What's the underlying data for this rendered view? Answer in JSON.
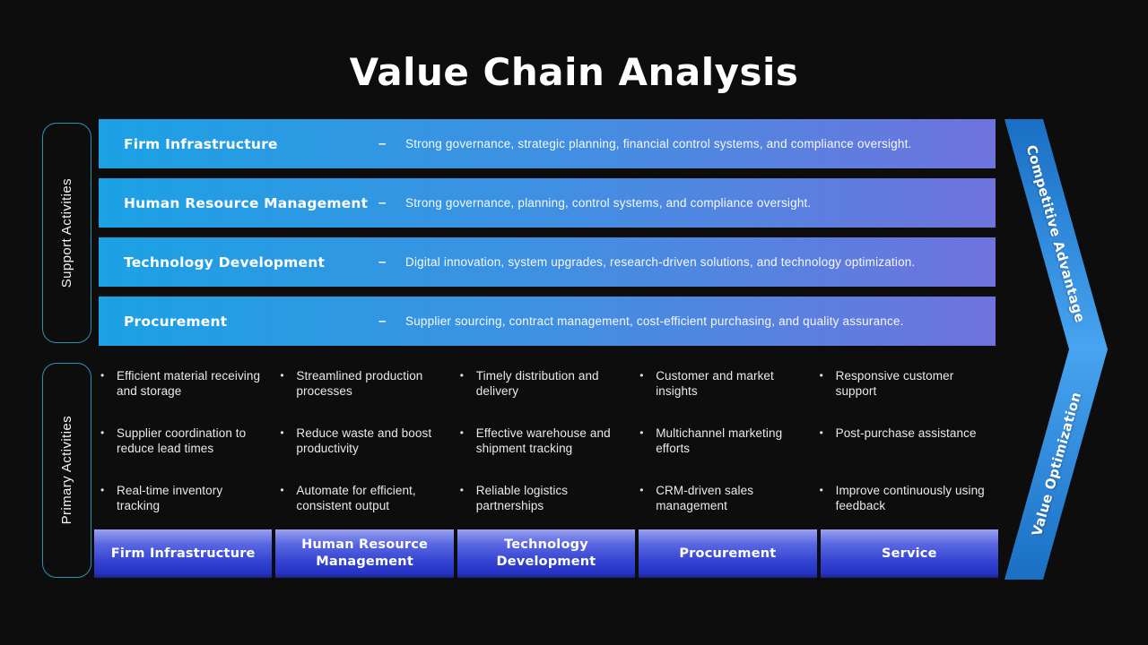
{
  "title": "Value Chain Analysis",
  "bullet_glyph": "•",
  "side_labels": {
    "support": "Support Activities",
    "primary": "Primary Activities"
  },
  "support_rows": [
    {
      "label": "Firm Infrastructure",
      "dash": "–",
      "description": "Strong governance, strategic planning, financial control systems, and compliance oversight."
    },
    {
      "label": "Human Resource Management",
      "dash": "–",
      "description": "Strong governance, planning, control systems, and compliance oversight."
    },
    {
      "label": "Technology Development",
      "dash": "–",
      "description": "Digital innovation, system upgrades, research-driven solutions, and technology optimization."
    },
    {
      "label": "Procurement",
      "dash": "–",
      "description": "Supplier sourcing, contract management, cost-efficient purchasing, and quality assurance."
    }
  ],
  "primary_columns": [
    {
      "footer": "Firm Infrastructure",
      "bullets": [
        "Efficient material receiving and storage",
        "Supplier coordination to reduce lead times",
        "Real-time inventory tracking"
      ]
    },
    {
      "footer": "Human Resource Management",
      "bullets": [
        "Streamlined production processes",
        "Reduce waste and boost productivity",
        "Automate for efficient, consistent output"
      ]
    },
    {
      "footer": "Technology Development",
      "bullets": [
        "Timely distribution and delivery",
        "Effective warehouse and shipment tracking",
        "Reliable logistics partnerships"
      ]
    },
    {
      "footer": "Procurement",
      "bullets": [
        "Customer and market insights",
        "Multichannel marketing efforts",
        "CRM-driven sales management"
      ]
    },
    {
      "footer": "Service",
      "bullets": [
        "Responsive customer support",
        "Post-purchase assistance",
        "Improve continuously using feedback"
      ]
    }
  ],
  "arrow": {
    "top_label": "Competitive Advantage",
    "bottom_label": "Value Optimization"
  },
  "colors": {
    "background": "#0d0d0d",
    "bar_gradient_left": "#1ba1e4",
    "bar_gradient_right": "#6f73de",
    "footer_gradient_top": "#9aa2f0",
    "footer_gradient_bottom": "#1b2488",
    "arrow_blue_dark": "#1a6fc4",
    "arrow_blue_light": "#47a4f0",
    "side_label_outline": "#2b93ad"
  }
}
